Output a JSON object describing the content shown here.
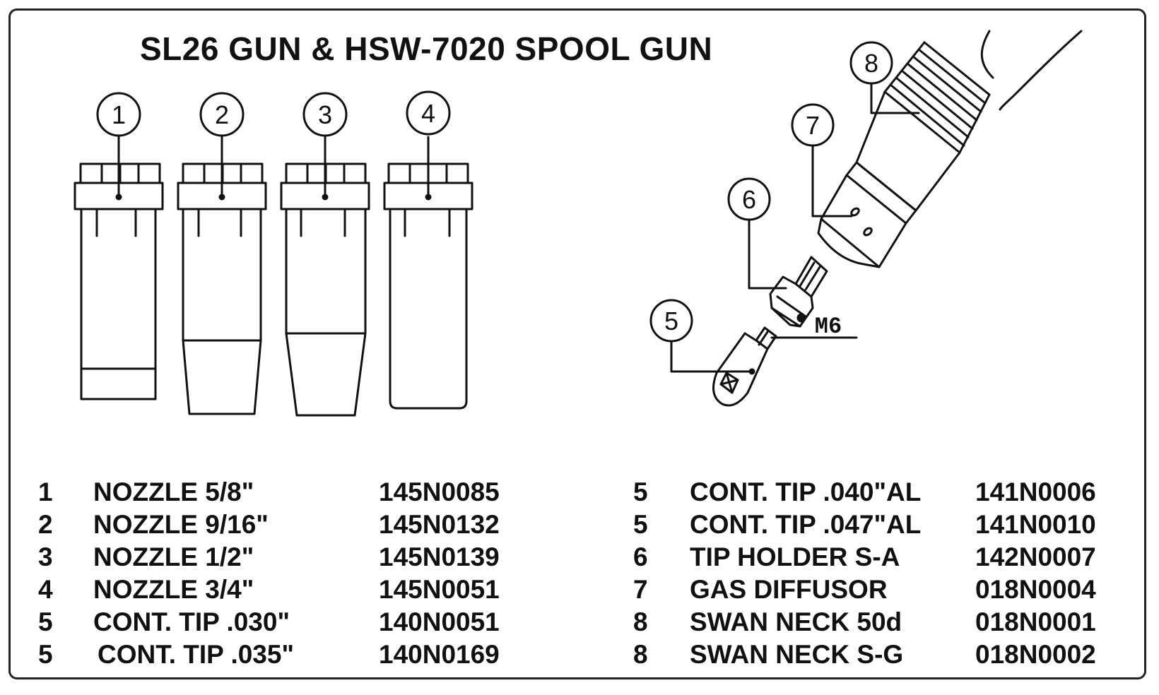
{
  "title": "SL26 GUN & HSW-7020  SPOOL GUN",
  "callouts": {
    "nozzle_1": "1",
    "nozzle_2": "2",
    "nozzle_3": "3",
    "nozzle_4": "4",
    "tip": "5",
    "tip_holder": "6",
    "gas_diffusor": "7",
    "swan_neck": "8"
  },
  "thread_label": "M6",
  "parts_left": [
    {
      "num": "1",
      "desc": "NOZZLE 5/8\"",
      "code": "145N0085"
    },
    {
      "num": "2",
      "desc": "NOZZLE 9/16\"",
      "code": "145N0132"
    },
    {
      "num": "3",
      "desc": "NOZZLE 1/2\"",
      "code": "145N0139"
    },
    {
      "num": "4",
      "desc": "NOZZLE 3/4\"",
      "code": "145N0051"
    },
    {
      "num": "5",
      "desc": "CONT. TIP .030\"",
      "code": "140N0051"
    },
    {
      "num": "5",
      "desc": "CONT. TIP .035\"",
      "code": "140N0169"
    }
  ],
  "parts_right": [
    {
      "num": "5",
      "desc": "CONT. TIP .040\"AL",
      "code": "141N0006"
    },
    {
      "num": "5",
      "desc": "CONT. TIP .047\"AL",
      "code": "141N0010"
    },
    {
      "num": "6",
      "desc": "TIP HOLDER S-A",
      "code": "142N0007"
    },
    {
      "num": "7",
      "desc": "GAS DIFFUSOR",
      "code": "018N0004"
    },
    {
      "num": "8",
      "desc": "SWAN NECK 50d",
      "code": "018N0001"
    },
    {
      "num": "8",
      "desc": "SWAN NECK S-G",
      "code": "018N0002"
    }
  ]
}
